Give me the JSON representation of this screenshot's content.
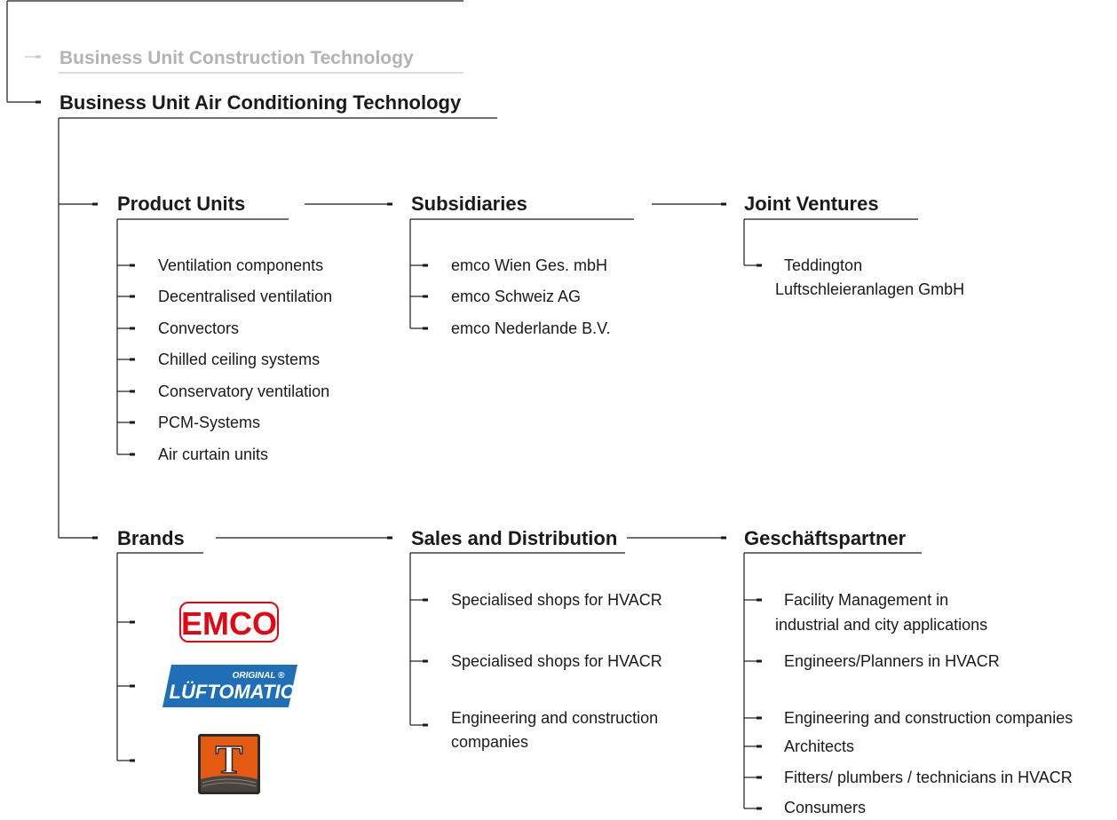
{
  "business_units": {
    "construction": "Business Unit Construction Technology",
    "air_conditioning": "Business Unit Air Conditioning Technology"
  },
  "product_units": {
    "title": "Product Units",
    "items": [
      "Ventilation components",
      "Decentralised ventilation",
      "Convectors",
      "Chilled ceiling systems",
      "Conservatory ventilation",
      "PCM-Systems",
      "Air curtain units"
    ]
  },
  "subsidiaries": {
    "title": "Subsidiaries",
    "items": [
      "emco Wien Ges. mbH",
      "emco Schweiz AG",
      "emco Nederlande B.V."
    ]
  },
  "joint_ventures": {
    "title": "Joint Ventures",
    "items": [
      "Teddington",
      "Luftschleieranlagen GmbH"
    ]
  },
  "brands": {
    "title": "Brands",
    "logos": [
      {
        "name": "emco-logo",
        "text": "EMCO",
        "color": "#e30613"
      },
      {
        "name": "luftomatic-logo",
        "text_top": "ORIGINAL ®",
        "text_main": "LÜFTOMATIC",
        "color": "#1e6fb8"
      },
      {
        "name": "teddington-logo",
        "text": "T",
        "color": "#e35a12"
      }
    ]
  },
  "sales": {
    "title": "Sales and Distribution",
    "items": [
      "Specialised shops for HVACR",
      "Specialised shops for HVACR",
      "Engineering and construction",
      "companies"
    ]
  },
  "partners": {
    "title": "Geschäftspartner",
    "items": [
      "Facility Management in",
      "industrial and city applications",
      "Engineers/Planners in HVACR",
      "Engineering and construction companies",
      "Architects",
      "Fitters/ plumbers / technicians in HVACR",
      "Consumers"
    ]
  },
  "colors": {
    "line": "#1a1a1a",
    "muted": "#b3b3b3"
  }
}
